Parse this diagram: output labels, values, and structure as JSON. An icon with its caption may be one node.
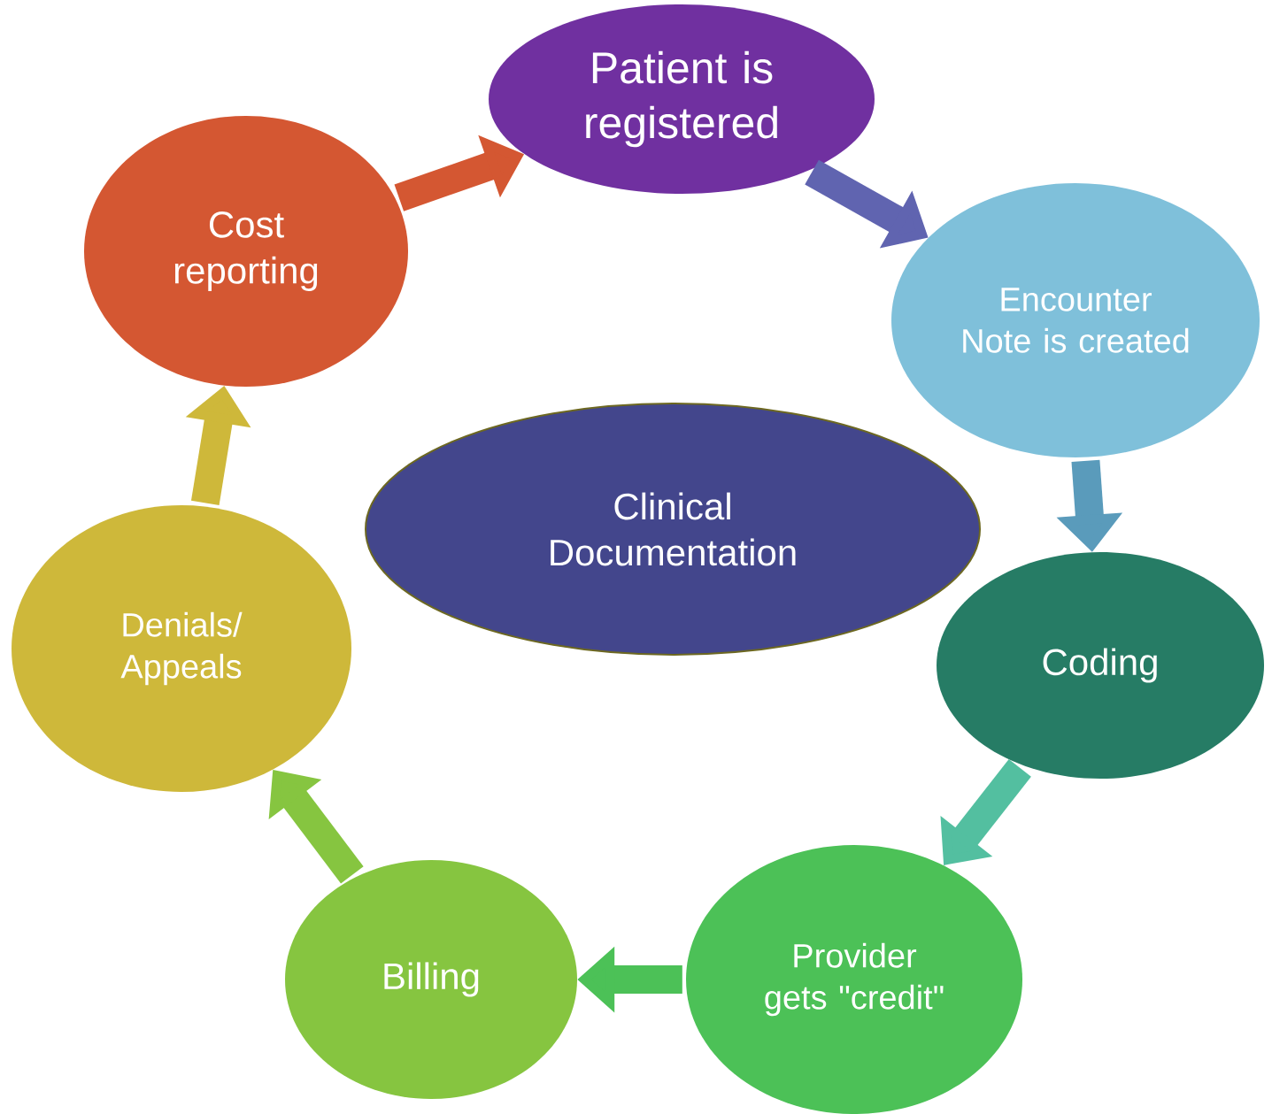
{
  "diagram": {
    "nodes": [
      {
        "text": [
          "Patient is registered"
        ]
      },
      {
        "text": [
          "Encounter Note is created"
        ]
      },
      {
        "text": [
          "Coding"
        ]
      },
      {
        "text": [
          "Provider gets \"credit\""
        ]
      },
      {
        "text": [
          "Billing"
        ]
      },
      {
        "text": [
          "Denials/ Appeals"
        ]
      },
      {
        "text": [
          "Cost reporting"
        ]
      },
      {
        "text": [
          "Clinical Documentation"
        ]
      }
    ],
    "edges": [
      {
        "from": 0,
        "to": 1,
        "arrow": "to",
        "color": "#6064b0"
      },
      {
        "from": 1,
        "to": 2,
        "arrow": "to",
        "color": "#5a9bbb"
      },
      {
        "from": 2,
        "to": 3,
        "arrow": "to",
        "color": "#53bfa0"
      },
      {
        "from": 3,
        "to": 4,
        "arrow": "to",
        "color": "#4cc157"
      },
      {
        "from": 4,
        "to": 5,
        "arrow": "to",
        "color": "#86c540"
      },
      {
        "from": 5,
        "to": 6,
        "arrow": "to",
        "color": "#ceb83a"
      },
      {
        "from": 6,
        "to": 0,
        "arrow": "to",
        "color": "#d45732"
      }
    ]
  }
}
